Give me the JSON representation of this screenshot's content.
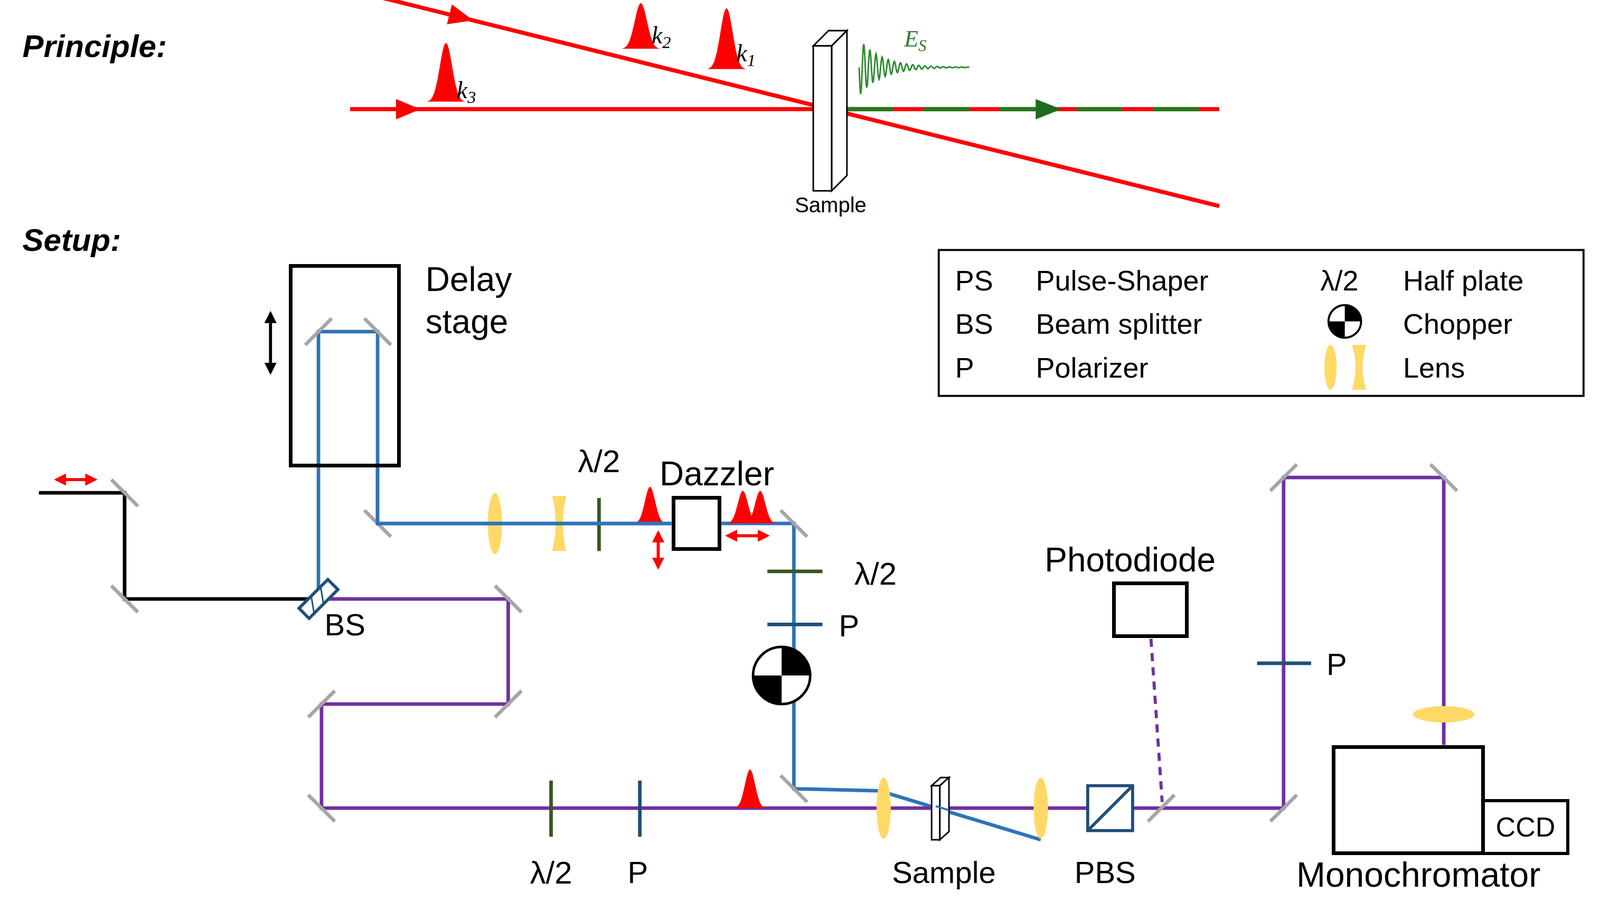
{
  "diagram": {
    "nodes": [
      {
        "text": [
          "Delay stage"
        ]
      },
      {
        "text": [
          "Dazzler"
        ]
      },
      {
        "text": [
          "Photodiode"
        ]
      },
      {
        "text": [
          "Monochromator"
        ]
      },
      {
        "text": [
          "CCD"
        ]
      }
    ],
    "edges": [
      {
        "from": 0,
        "to": 1,
        "arrow": "none"
      }
    ],
    "labels": [
      "Principle:",
      "k2",
      "k1",
      "k3",
      "ES",
      "Sample",
      "Setup:",
      "λ/2",
      "BS",
      "λ/2",
      "P",
      "P",
      "λ/2",
      "P",
      "Sample",
      "PBS",
      "PS",
      "BS",
      "P",
      "λ/2"
    ],
    "legend": [
      {
        "text": "Pulse-Shaper"
      },
      {
        "text": "Beam splitter"
      },
      {
        "text": "Polarizer"
      },
      {
        "text": "Half plate"
      },
      {
        "text": "Chopper"
      },
      {
        "text": "Lens"
      }
    ]
  }
}
